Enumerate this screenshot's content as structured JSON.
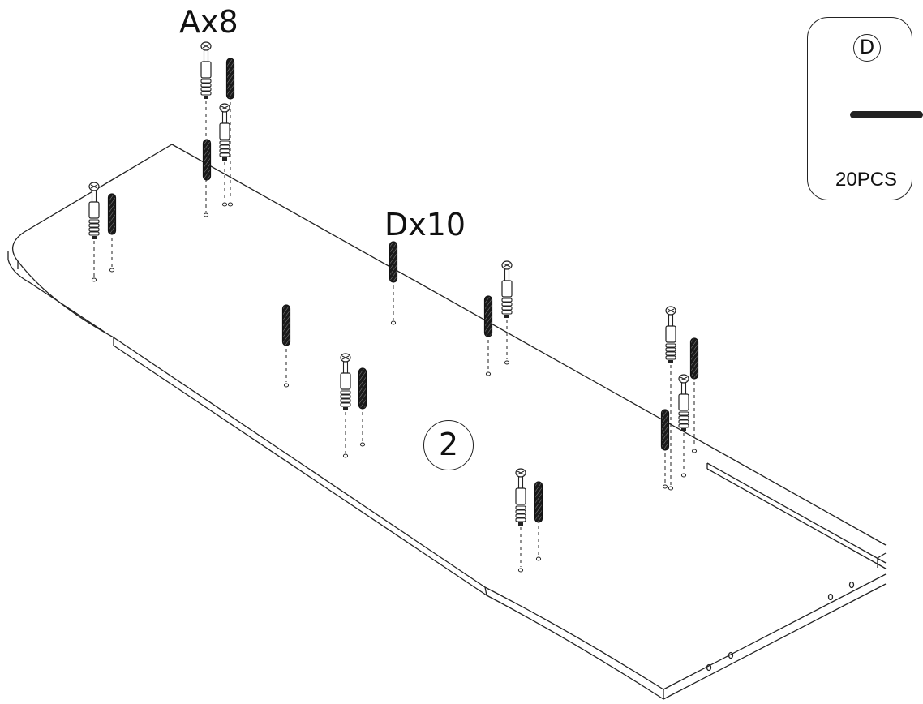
{
  "labels": {
    "cam_bolt_qty": "Ax8",
    "dowel_qty": "Dx10",
    "step_number": "2"
  },
  "inventory_box": {
    "part_letter": "D",
    "count": "20PCS"
  },
  "colors": {
    "line": "#222222",
    "background": "#ffffff"
  }
}
